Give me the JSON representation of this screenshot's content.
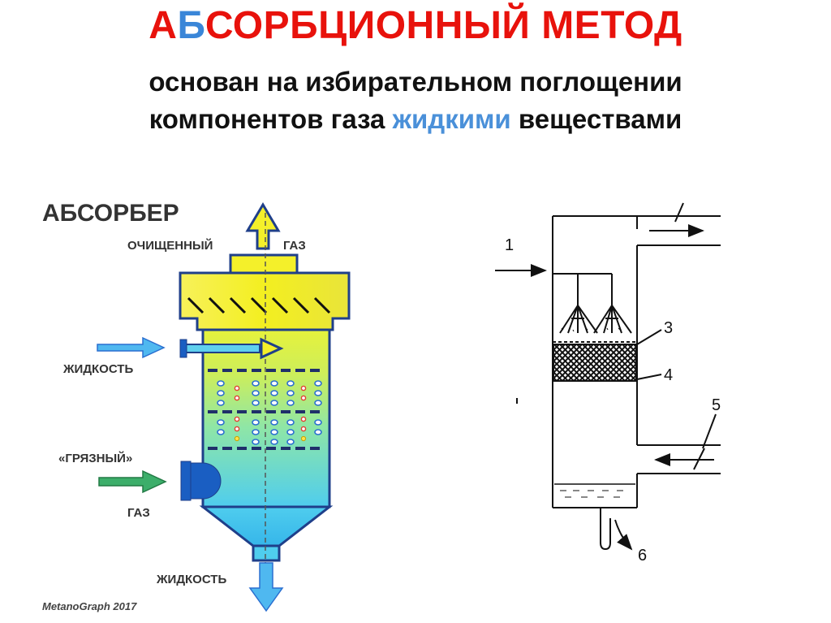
{
  "title": {
    "first": "А",
    "highlight": "Б",
    "rest": "СОРБЦИОННЫЙ МЕТОД"
  },
  "subtitle": {
    "line1": "основан на избирательном поглощении",
    "line2_before": "компонентов газа ",
    "line2_highlight": "жидкими",
    "line2_after": " веществами"
  },
  "left_diagram": {
    "heading": "АБСОРБЕР",
    "label_clean_gas_left": "ОЧИЩЕННЫЙ",
    "label_clean_gas_right": "ГАЗ",
    "label_liquid_in": "ЖИДКОСТЬ",
    "label_dirty_top": "«ГРЯЗНЫЙ»",
    "label_dirty_bottom": "ГАЗ",
    "label_liquid_out": "ЖИДКОСТЬ",
    "credit": "MetanoGraph 2017"
  },
  "right_diagram": {
    "labels": [
      "1",
      "3",
      "4",
      "5",
      "6"
    ]
  },
  "colors": {
    "title_red": "#e8120c",
    "accent_blue": "#4a90d9",
    "vessel_yellow": "#f4f02a",
    "vessel_cyan": "#5fd0ee",
    "arrow_blue": "#4fb8f0",
    "arrow_green": "#3cae6a",
    "flange_blue": "#1a5ec2"
  }
}
